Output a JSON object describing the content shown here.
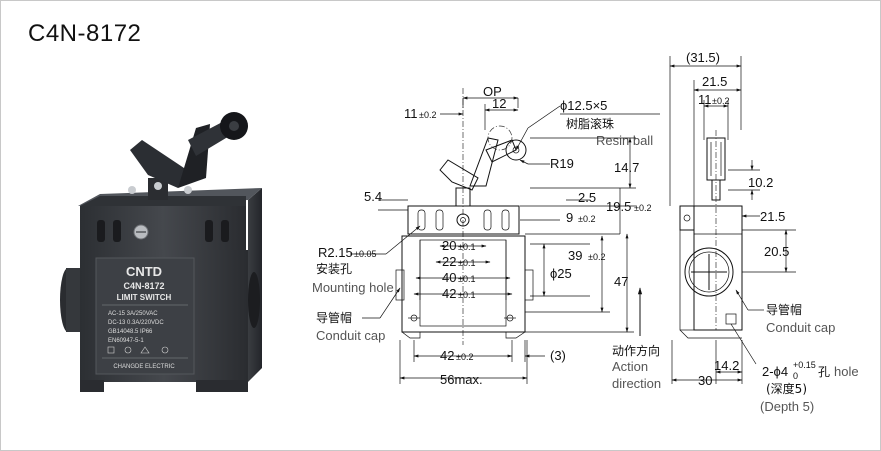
{
  "title": "C4N-8172",
  "photo": {
    "brand": "CNTD",
    "model": "C4N-8172",
    "type": "LIMIT SWITCH",
    "ratings": [
      "AC-15  3A/250VAC",
      "DC-13  0.3A/220VDC",
      "GB14048.5  IP66",
      "EN60947-5-1"
    ],
    "maker": "CHANGDE ELECTRIC"
  },
  "front_view": {
    "op": "OP",
    "d11": "11",
    "d11_tol": "±0.2",
    "d12": "12",
    "ball_dia": "ϕ12.5×5",
    "ball_cn": "树脂滚珠",
    "ball_en": "Resin ball",
    "r19": "R19",
    "d14_7": "14.7",
    "d2_5": "2.5",
    "d19_5": "19.5",
    "d19_5_tol": "±0.2",
    "d5_4": "5.4",
    "d9": "9",
    "d9_tol": "±0.2",
    "r2_15": "R2.15",
    "r2_15_tol": "±0.05",
    "mount_cn": "安装孔",
    "mount_en": "Mounting hole",
    "d20": "20",
    "d20_tol": "±0.1",
    "d22": "22",
    "d22_tol": "±0.1",
    "d40": "40",
    "d40_tol": "±0.1",
    "d42": "42",
    "d42_tol": "±0.1",
    "d39": "39",
    "d39_tol": "±0.2",
    "d25": "ϕ25",
    "d47": "47",
    "cap_cn": "导管帽",
    "cap_en": "Conduit cap",
    "d42b": "42",
    "d42b_tol": "±0.2",
    "d3": "(3)",
    "d56": "56max.",
    "action_cn": "动作方向",
    "action_en_1": "Action",
    "action_en_2": "direction"
  },
  "side_view": {
    "d31_5": "(31.5)",
    "d21_5_top": "21.5",
    "d11": "11",
    "d11_tol": "±0.2",
    "d10_2": "10.2",
    "d21_5": "21.5",
    "d20_5": "20.5",
    "cap_cn": "导管帽",
    "cap_en": "Conduit cap",
    "d14_2": "14.2",
    "d30": "30",
    "hole_spec": "2-ϕ4",
    "hole_tol_up": "+0.15",
    "hole_tol_dn": "0",
    "hole_cn": "孔",
    "hole_en": "hole",
    "depth_cn": "(深度5)",
    "depth_en": "(Depth 5)"
  },
  "colors": {
    "body": "#3a3d42",
    "accent": "#111111",
    "annotation_gray": "#555555"
  }
}
